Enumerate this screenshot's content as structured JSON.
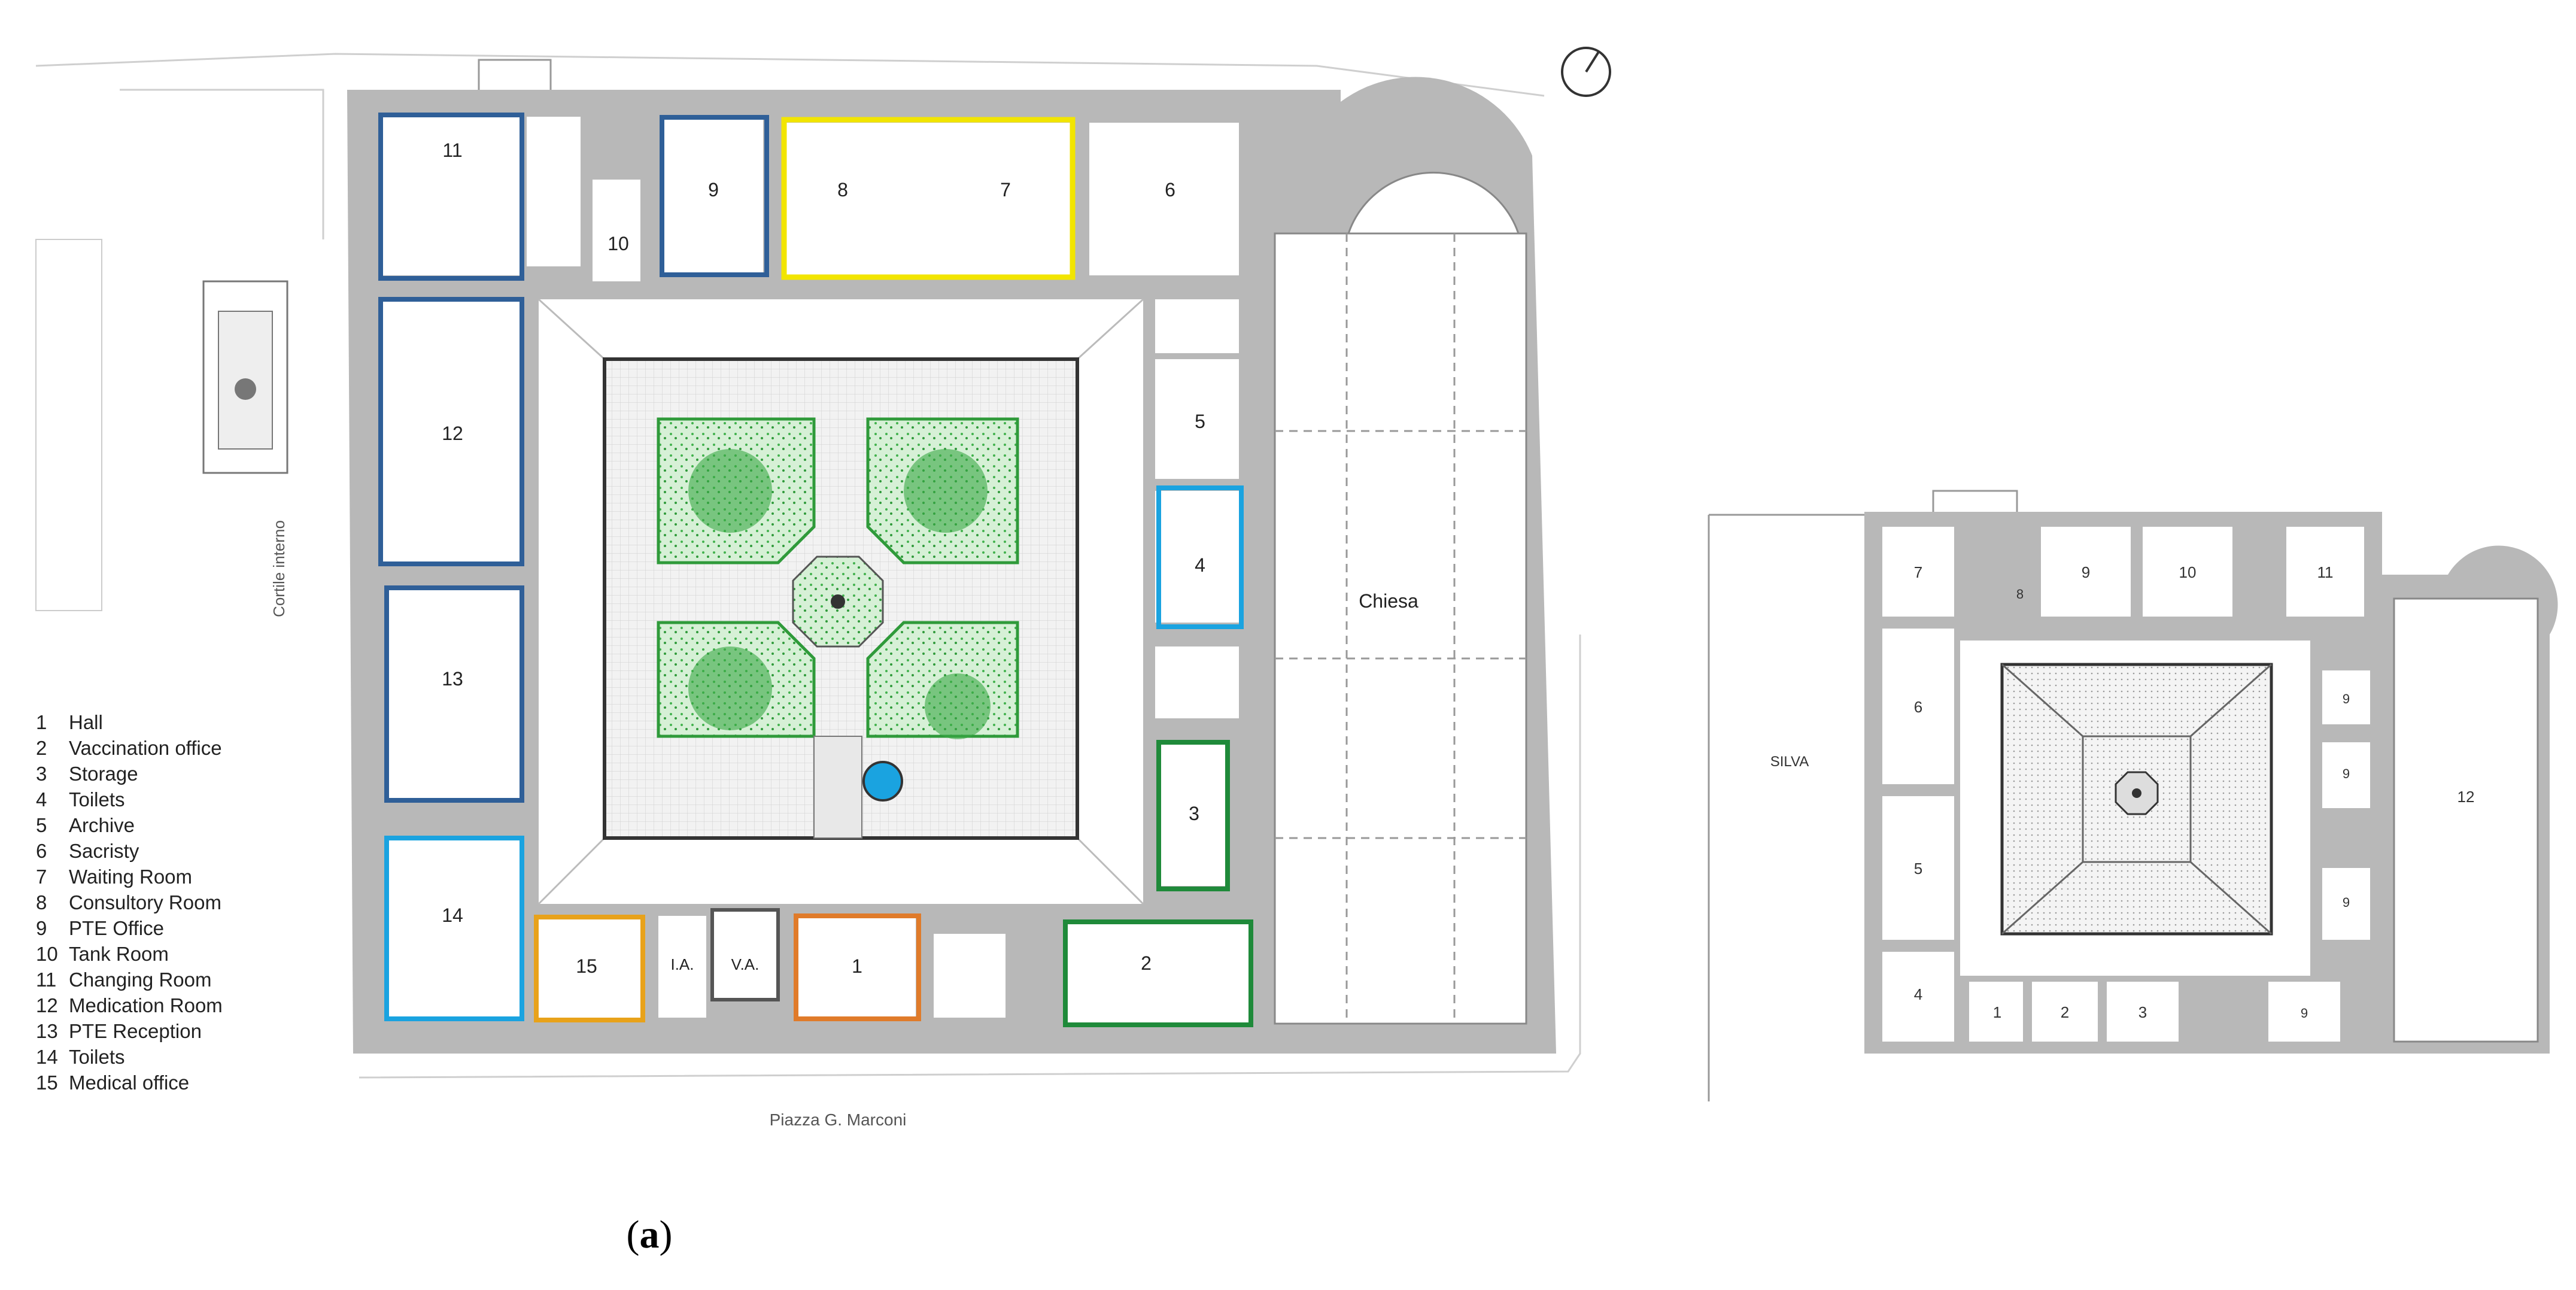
{
  "legend": [
    {
      "num": "1",
      "label": "Hall"
    },
    {
      "num": "2",
      "label": "Vaccination office"
    },
    {
      "num": "3",
      "label": "Storage"
    },
    {
      "num": "4",
      "label": "Toilets"
    },
    {
      "num": "5",
      "label": "Archive"
    },
    {
      "num": "6",
      "label": "Sacristy"
    },
    {
      "num": "7",
      "label": "Waiting Room"
    },
    {
      "num": "8",
      "label": "Consultory Room"
    },
    {
      "num": "9",
      "label": "PTE Office"
    },
    {
      "num": "10",
      "label": "Tank Room"
    },
    {
      "num": "11",
      "label": "Changing Room"
    },
    {
      "num": "12",
      "label": "Medication Room"
    },
    {
      "num": "13",
      "label": "PTE Reception"
    },
    {
      "num": "14",
      "label": "Toilets"
    },
    {
      "num": "15",
      "label": "Medical office"
    }
  ],
  "plan_a": {
    "church_label": "Chiesa",
    "street_label": "Piazza G. Marconi",
    "courtyard_label": "Cortile interno",
    "small_labels": {
      "ia": "I.A.",
      "va": "V.A."
    },
    "room_numbers": [
      "1",
      "2",
      "3",
      "4",
      "5",
      "6",
      "7",
      "8",
      "9",
      "10",
      "11",
      "12",
      "13",
      "14",
      "15"
    ]
  },
  "plan_b": {
    "area_label": "SILVA",
    "room_numbers": [
      "1",
      "2",
      "3",
      "4",
      "5",
      "6",
      "7",
      "8",
      "9",
      "10",
      "11",
      "12",
      "9",
      "9",
      "9",
      "9"
    ]
  },
  "caption": {
    "open": "(",
    "letter": "a",
    "close": ")"
  },
  "colors": {
    "wall": "#b8b8b8",
    "blue": "#2f5f98",
    "light_blue": "#1aa3e0",
    "yellow": "#f2e500",
    "green": "#1f8a3a",
    "orange": "#e07b2a",
    "gold": "#e8a21a",
    "garden": "#3fb54a"
  }
}
